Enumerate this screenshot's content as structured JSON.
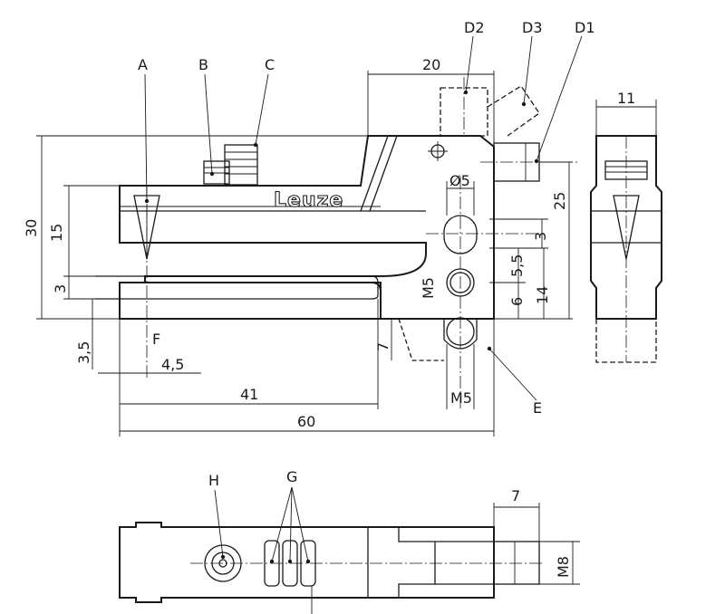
{
  "brand": "Leuze",
  "callouts": {
    "A": "A",
    "B": "B",
    "C": "C",
    "D1": "D1",
    "D2": "D2",
    "D3": "D3",
    "E": "E",
    "F": "F",
    "G": "G",
    "H": "H"
  },
  "dimensions": {
    "width_20": "20",
    "width_11": "11",
    "height_30": "30",
    "height_15": "15",
    "height_25": "25",
    "hole_d5": "Ø5",
    "hole_3": "3",
    "hole_5_5": "5,5",
    "thread_m5_side": "M5",
    "hole_6": "6",
    "height_14": "14",
    "slot_3": "3",
    "gap_3_5": "3,5",
    "offset_4_5": "4,5",
    "height_7": "7",
    "length_41": "41",
    "length_60": "60",
    "thread_m5_bottom": "M5",
    "width_7": "7",
    "thread_m8": "M8"
  }
}
